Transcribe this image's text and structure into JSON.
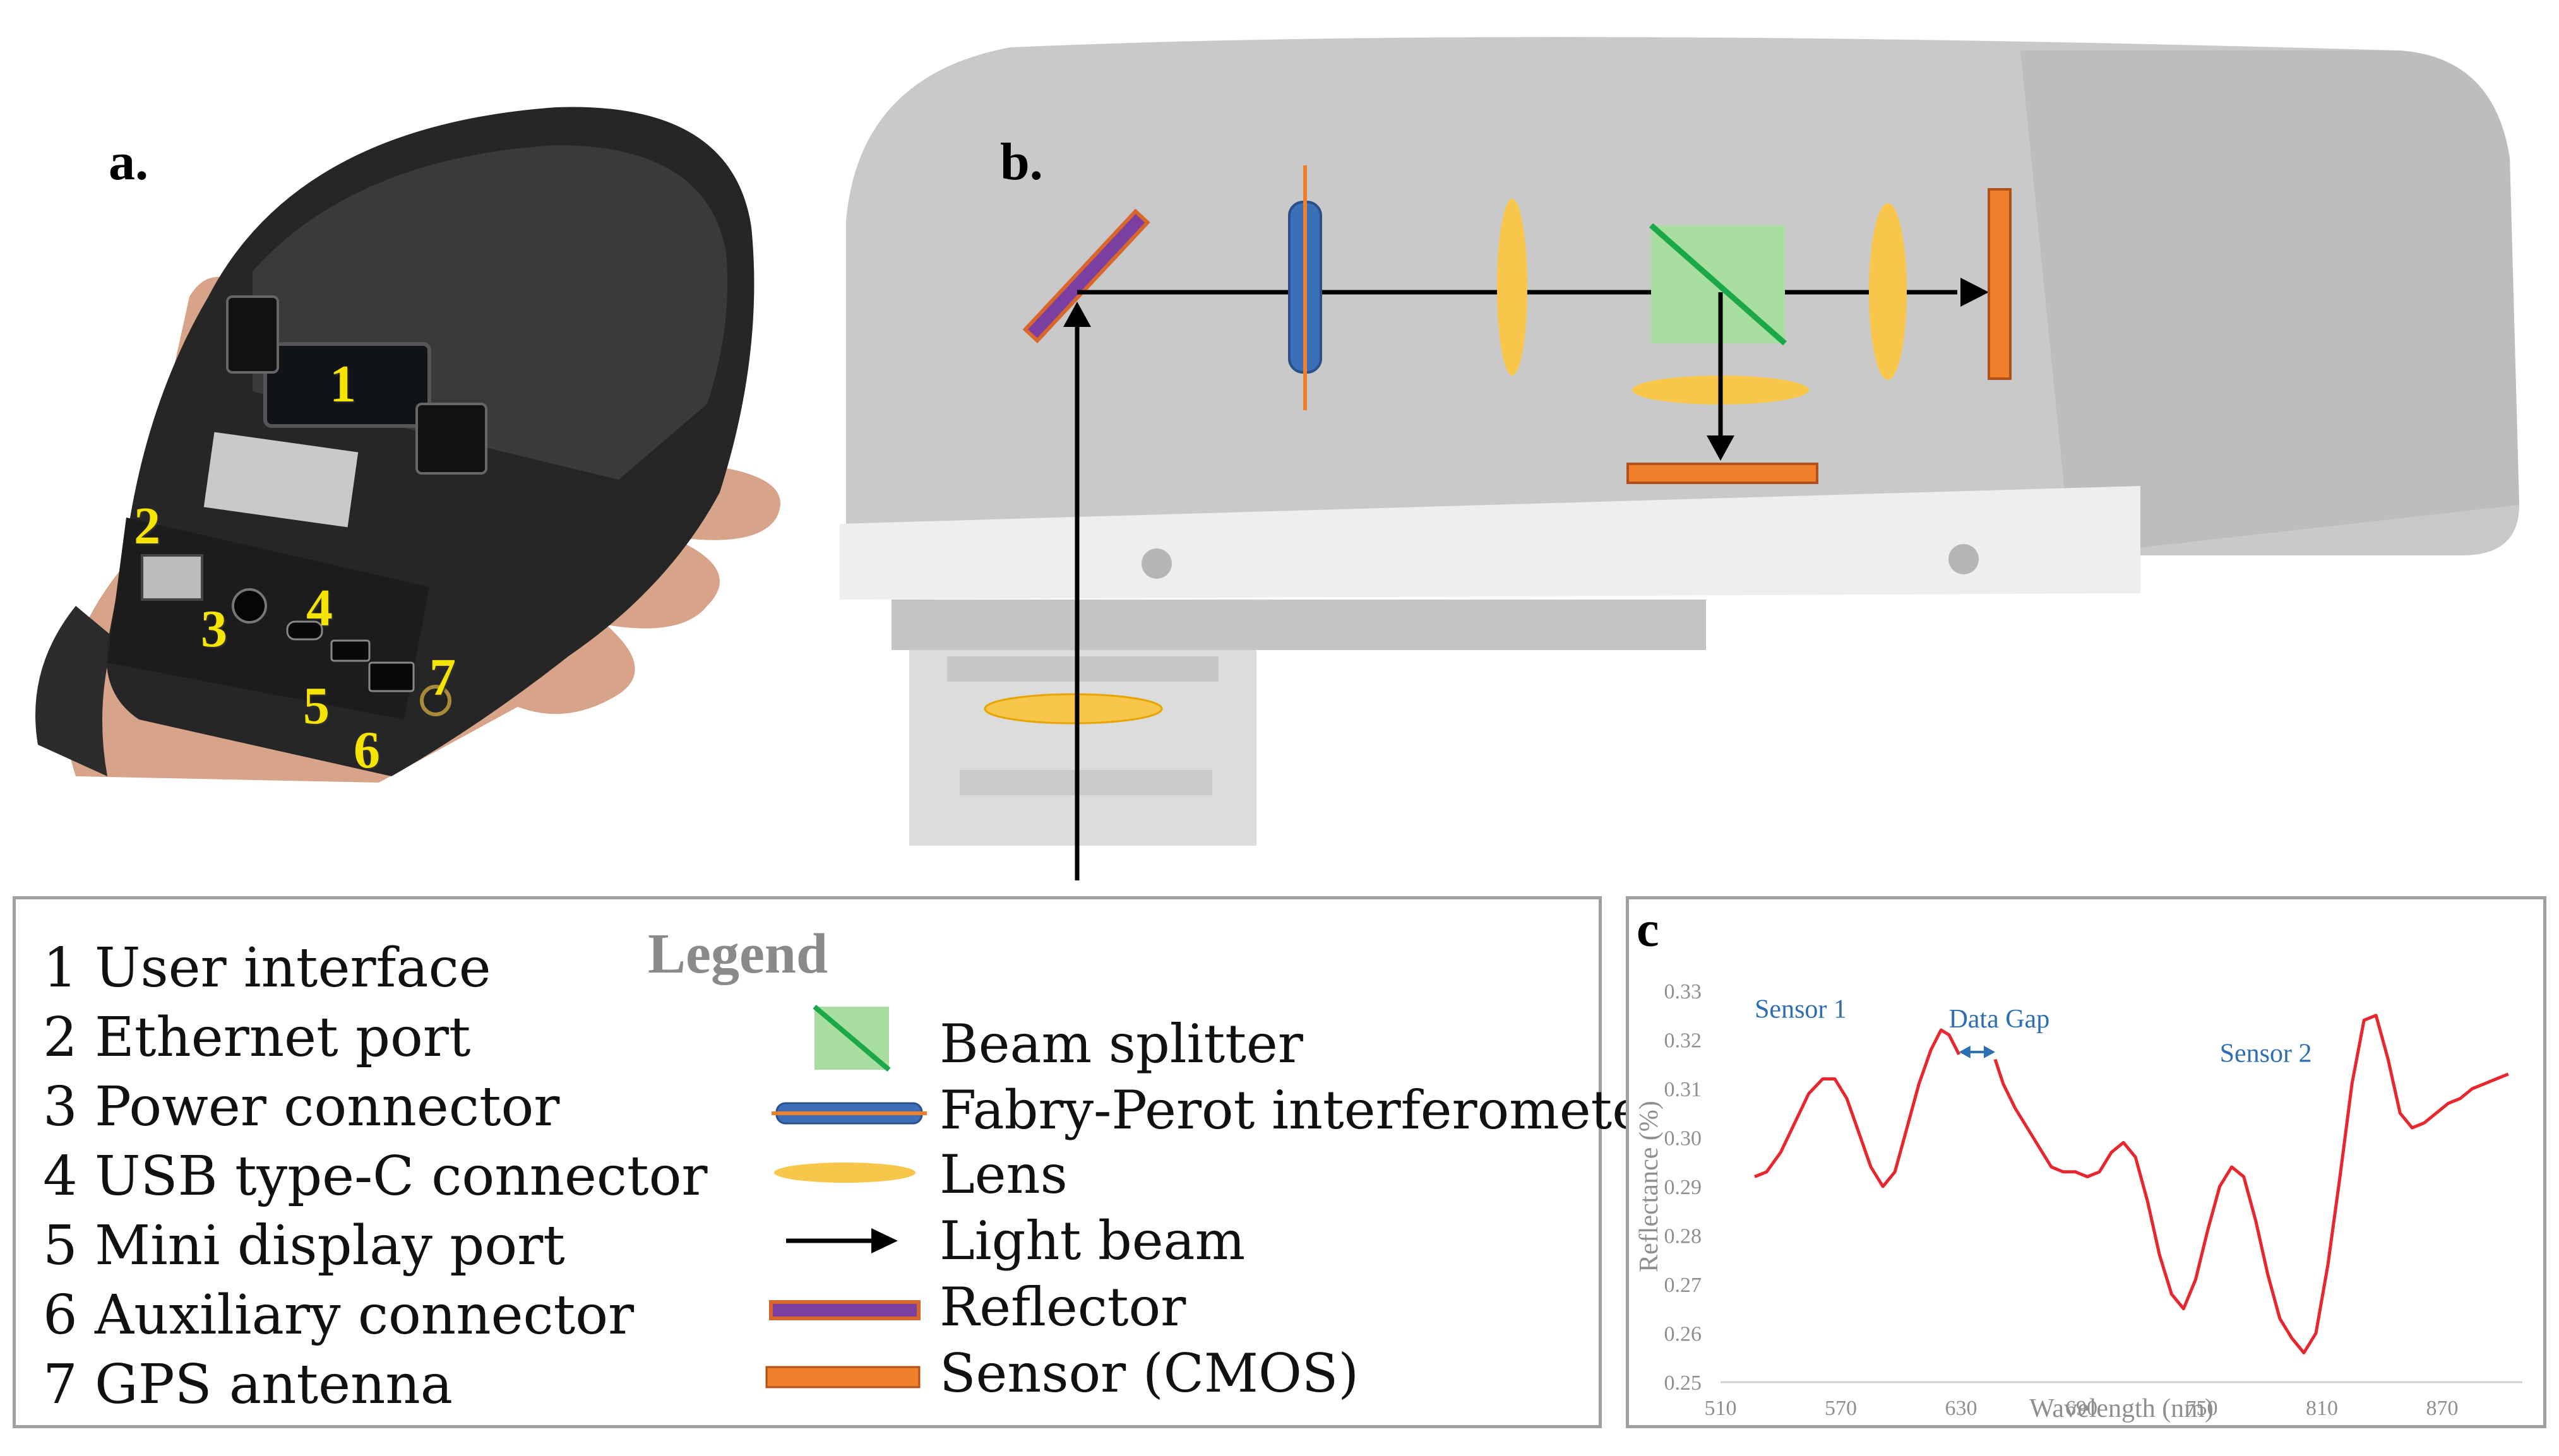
{
  "panels": {
    "a": "a.",
    "b": "b.",
    "c": "c"
  },
  "device_numbers": [
    "1",
    "2",
    "3",
    "4",
    "5",
    "6",
    "7"
  ],
  "parts_list": [
    "1 User interface",
    "2 Ethernet port",
    "3 Power connector",
    "4 USB type-C connector",
    "5 Mini display port",
    "6 Auxiliary connector",
    "7 GPS antenna"
  ],
  "legend": {
    "title": "Legend",
    "items": [
      {
        "icon": "beam-splitter-icon",
        "label": "Beam splitter"
      },
      {
        "icon": "fabry-perot-icon",
        "label": "Fabry-Perot interferometer"
      },
      {
        "icon": "lens-icon",
        "label": "Lens"
      },
      {
        "icon": "light-beam-icon",
        "label": "Light beam"
      },
      {
        "icon": "reflector-icon",
        "label": "Reflector"
      },
      {
        "icon": "sensor-icon",
        "label": "Sensor (CMOS)"
      }
    ]
  },
  "colors": {
    "beam_splitter_fill": "#a8dfa0",
    "beam_splitter_line": "#1aa84a",
    "fpi_body": "#3b6fb8",
    "fpi_line": "#ef7f2a",
    "lens": "#f7c64a",
    "reflector_fill": "#7a3fa0",
    "reflector_border": "#d9662a",
    "sensor": "#ef7f2a",
    "curve": "#e8262e",
    "annotation": "#2e6fb3"
  },
  "chart_data": {
    "type": "line",
    "xlabel": "Wavelength (nm)",
    "ylabel": "Reflectance (%)",
    "xlim": [
      510,
      910
    ],
    "ylim": [
      0.25,
      0.33
    ],
    "xticks": [
      "510",
      "570",
      "630",
      "690",
      "750",
      "810",
      "870"
    ],
    "yticks": [
      "0.25",
      "0.26",
      "0.27",
      "0.28",
      "0.29",
      "0.30",
      "0.31",
      "0.32",
      "0.33"
    ],
    "grid": false,
    "annotations": [
      {
        "text": "Sensor 1",
        "x": 550,
        "y": 0.3245
      },
      {
        "text": "Data Gap",
        "x": 649,
        "y": 0.3225
      },
      {
        "text": "Sensor 2",
        "x": 782,
        "y": 0.3155
      }
    ],
    "gap_arrow": {
      "x_from": 629,
      "x_to": 647,
      "y": 0.3175
    },
    "series": [
      {
        "x": [
          527,
          533,
          540,
          547,
          554,
          561,
          567,
          573,
          579,
          585,
          591,
          597,
          603,
          609,
          615,
          620,
          624,
          629,
          647,
          651,
          657,
          663,
          669,
          675,
          681,
          687,
          693,
          699,
          705,
          711,
          717,
          723,
          729,
          735,
          741,
          747,
          753,
          759,
          765,
          771,
          777,
          783,
          789,
          795,
          801,
          807,
          813,
          819,
          825,
          831,
          837,
          843,
          849,
          855,
          861,
          867,
          873,
          879,
          885,
          891,
          897,
          903
        ],
        "y": [
          0.292,
          0.293,
          0.297,
          0.303,
          0.309,
          0.312,
          0.312,
          0.308,
          0.301,
          0.294,
          0.29,
          0.293,
          0.302,
          0.311,
          0.318,
          0.322,
          0.321,
          0.317,
          0.316,
          0.311,
          0.306,
          0.302,
          0.298,
          0.294,
          0.293,
          0.293,
          0.292,
          0.293,
          0.297,
          0.299,
          0.296,
          0.287,
          0.276,
          0.268,
          0.265,
          0.271,
          0.281,
          0.29,
          0.294,
          0.292,
          0.283,
          0.272,
          0.263,
          0.259,
          0.256,
          0.26,
          0.274,
          0.292,
          0.311,
          0.324,
          0.325,
          0.316,
          0.305,
          0.302,
          0.303,
          0.305,
          0.307,
          0.308,
          0.31,
          0.311,
          0.312,
          0.313
        ]
      }
    ]
  }
}
